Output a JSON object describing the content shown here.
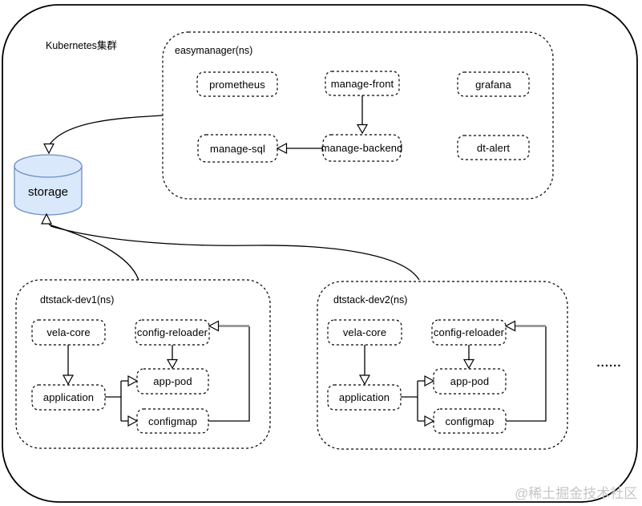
{
  "cluster_label": "Kubernetes集群",
  "storage_label": "storage",
  "ellipsis": "......",
  "watermark": "@稀土掘金技术社区",
  "namespaces": {
    "easymanager": {
      "label": "easymanager(ns)",
      "nodes": {
        "prometheus": "prometheus",
        "manage_front": "manage-front",
        "grafana": "grafana",
        "manage_sql": "manage-sql",
        "manage_backend": "manage-backend",
        "dt_alert": "dt-alert"
      }
    },
    "dtstack_dev1": {
      "label": "dtstack-dev1(ns)",
      "nodes": {
        "vela_core": "vela-core",
        "config_reloader": "config-reloader",
        "app_pod": "app-pod",
        "application": "application",
        "configmap": "configmap"
      }
    },
    "dtstack_dev2": {
      "label": "dtstack-dev2(ns)",
      "nodes": {
        "vela_core": "vela-core",
        "config_reloader": "config-reloader",
        "app_pod": "app-pod",
        "application": "application",
        "configmap": "configmap"
      }
    }
  },
  "edges": [
    {
      "from": "easymanager(ns)",
      "to": "storage"
    },
    {
      "from": "manage-front",
      "to": "manage-backend"
    },
    {
      "from": "manage-backend",
      "to": "manage-sql"
    },
    {
      "from": "dtstack-dev1(ns)",
      "to": "storage"
    },
    {
      "from": "dtstack-dev2(ns)",
      "to": "storage"
    },
    {
      "ns": "dtstack-dev1",
      "from": "vela-core",
      "to": "application"
    },
    {
      "ns": "dtstack-dev1",
      "from": "config-reloader",
      "to": "app-pod"
    },
    {
      "ns": "dtstack-dev1",
      "from": "application",
      "to": "app-pod"
    },
    {
      "ns": "dtstack-dev1",
      "from": "application",
      "to": "configmap"
    },
    {
      "ns": "dtstack-dev1",
      "from": "configmap",
      "to": "config-reloader"
    },
    {
      "ns": "dtstack-dev2",
      "from": "vela-core",
      "to": "application"
    },
    {
      "ns": "dtstack-dev2",
      "from": "config-reloader",
      "to": "app-pod"
    },
    {
      "ns": "dtstack-dev2",
      "from": "application",
      "to": "app-pod"
    },
    {
      "ns": "dtstack-dev2",
      "from": "application",
      "to": "configmap"
    },
    {
      "ns": "dtstack-dev2",
      "from": "configmap",
      "to": "config-reloader"
    }
  ],
  "colors": {
    "line": "#000000",
    "storage_fill": "#dae8fc",
    "storage_stroke": "#6c8ebf",
    "feedback_segment": "#8a8a8a",
    "watermark": "#c6c6c6",
    "background": "#ffffff"
  }
}
